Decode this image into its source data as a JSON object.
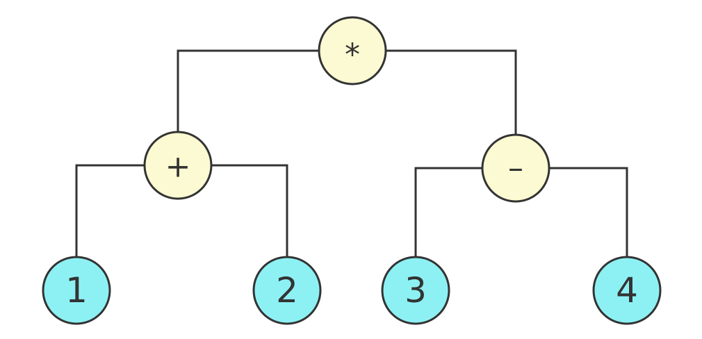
{
  "diagram": {
    "type": "expression-tree",
    "colors": {
      "operator_fill": "#FCFAD2",
      "operand_fill": "#8DF1F4",
      "stroke": "#333333"
    },
    "nodes": {
      "root": {
        "label": "*",
        "kind": "operator"
      },
      "plus": {
        "label": "+",
        "kind": "operator"
      },
      "minus": {
        "label": "–",
        "kind": "operator"
      },
      "leaf1": {
        "label": "1",
        "kind": "operand"
      },
      "leaf2": {
        "label": "2",
        "kind": "operand"
      },
      "leaf3": {
        "label": "3",
        "kind": "operand"
      },
      "leaf4": {
        "label": "4",
        "kind": "operand"
      }
    },
    "edges": [
      {
        "from": "root",
        "to": "plus"
      },
      {
        "from": "root",
        "to": "minus"
      },
      {
        "from": "plus",
        "to": "leaf1"
      },
      {
        "from": "plus",
        "to": "leaf2"
      },
      {
        "from": "minus",
        "to": "leaf3"
      },
      {
        "from": "minus",
        "to": "leaf4"
      }
    ]
  }
}
